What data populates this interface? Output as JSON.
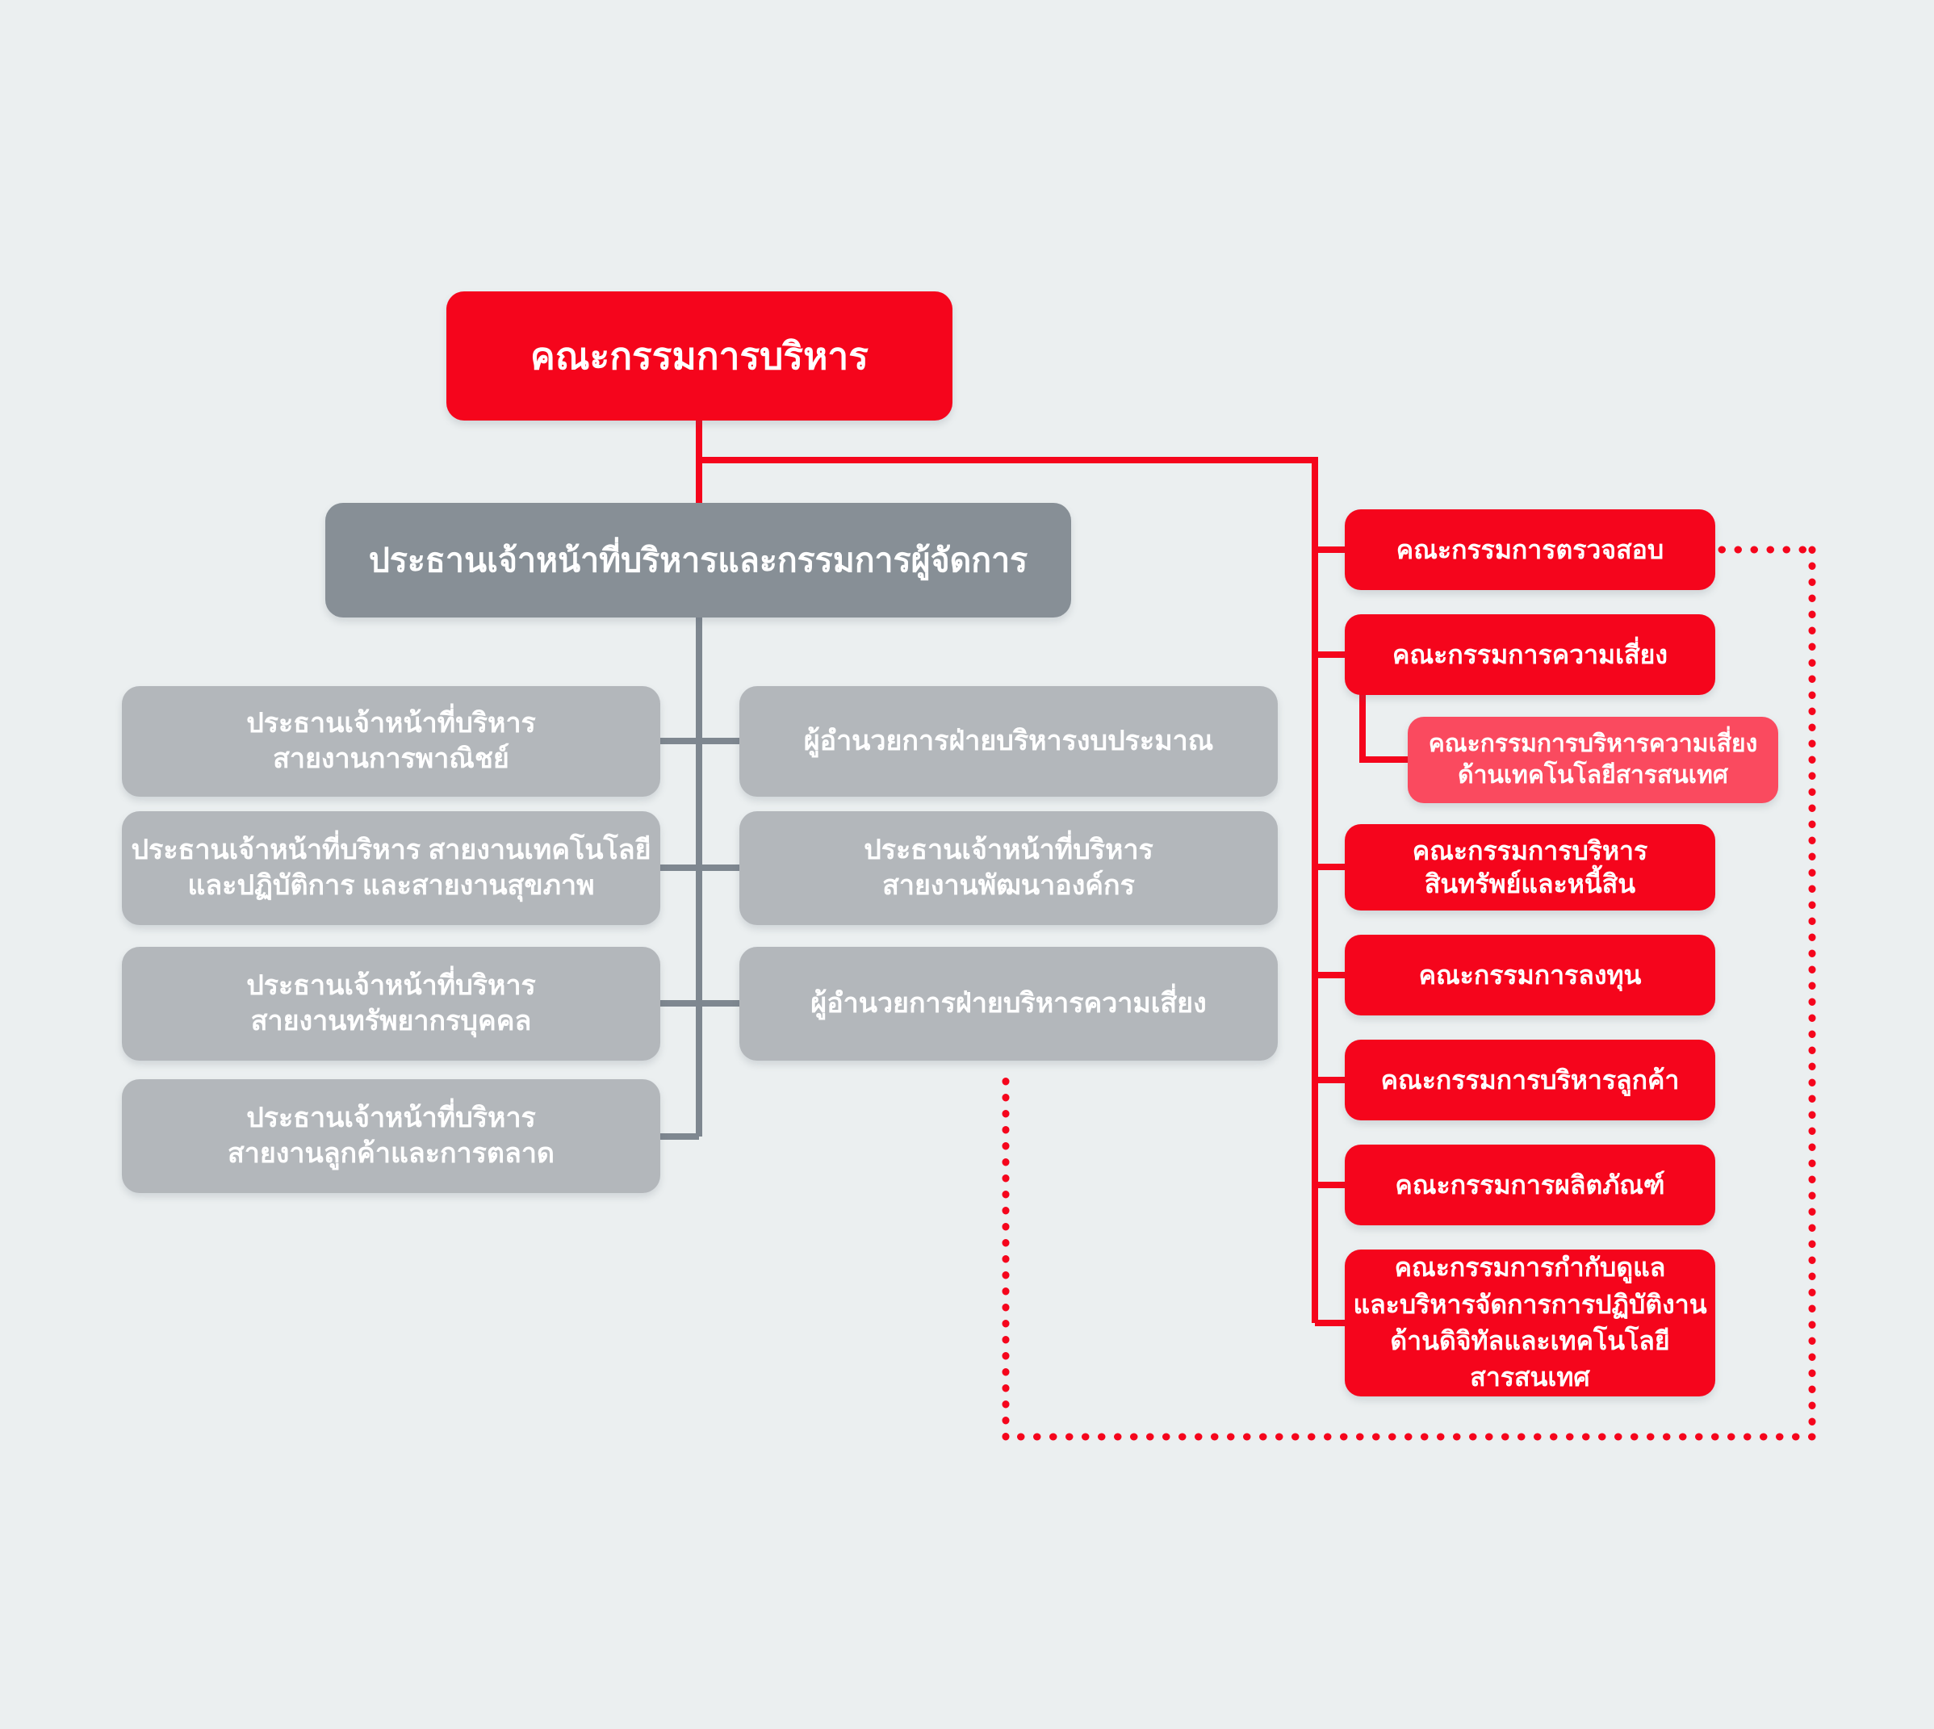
{
  "palette": {
    "red": "#F5051C",
    "pink": "#FA4A5F",
    "gray_dark": "#878F96",
    "gray_light": "#B3B7BB",
    "gray_line": "#7E8790",
    "background": "#EBEFF0",
    "text": "#FFFFFF"
  },
  "org_chart": {
    "board": {
      "label": "คณะกรรมการบริหาร"
    },
    "ceo": {
      "label": "ประธานเจ้าหน้าที่บริหารและกรรมการผู้จัดการ"
    },
    "executives": [
      {
        "label": "ประธานเจ้าหน้าที่บริหาร\nสายงานการพาณิชย์"
      },
      {
        "label": "ประธานเจ้าหน้าที่บริหาร สายงานเทคโนโลยี\nและปฏิบัติการ และสายงานสุขภาพ"
      },
      {
        "label": "ประธานเจ้าหน้าที่บริหาร\nสายงานทรัพยากรบุคคล"
      },
      {
        "label": "ประธานเจ้าหน้าที่บริหาร\nสายงานลูกค้าและการตลาด"
      }
    ],
    "directors": [
      {
        "label": "ผู้อำนวยการฝ่ายบริหารงบประมาณ"
      },
      {
        "label": "ประธานเจ้าหน้าที่บริหาร\nสายงานพัฒนาองค์กร"
      },
      {
        "label": "ผู้อำนวยการฝ่ายบริหารความเสี่ยง"
      }
    ],
    "committees": [
      {
        "label": "คณะกรรมการตรวจสอบ"
      },
      {
        "label": "คณะกรรมการความเสี่ยง"
      },
      {
        "label": "คณะกรรมการบริหาร\nสินทรัพย์และหนี้สิน"
      },
      {
        "label": "คณะกรรมการลงทุน"
      },
      {
        "label": "คณะกรรมการบริหารลูกค้า"
      },
      {
        "label": "คณะกรรมการผลิตภัณฑ์"
      },
      {
        "label": "คณะกรรมการกำกับดูแล\nและบริหารจัดการการปฏิบัติงาน\nด้านดิจิทัลและเทคโนโลยีสารสนเทศ"
      }
    ],
    "sub_committee": {
      "label": "คณะกรรมการบริหารความเสี่ยง\nด้านเทคโนโลยีสารสนเทศ"
    }
  }
}
